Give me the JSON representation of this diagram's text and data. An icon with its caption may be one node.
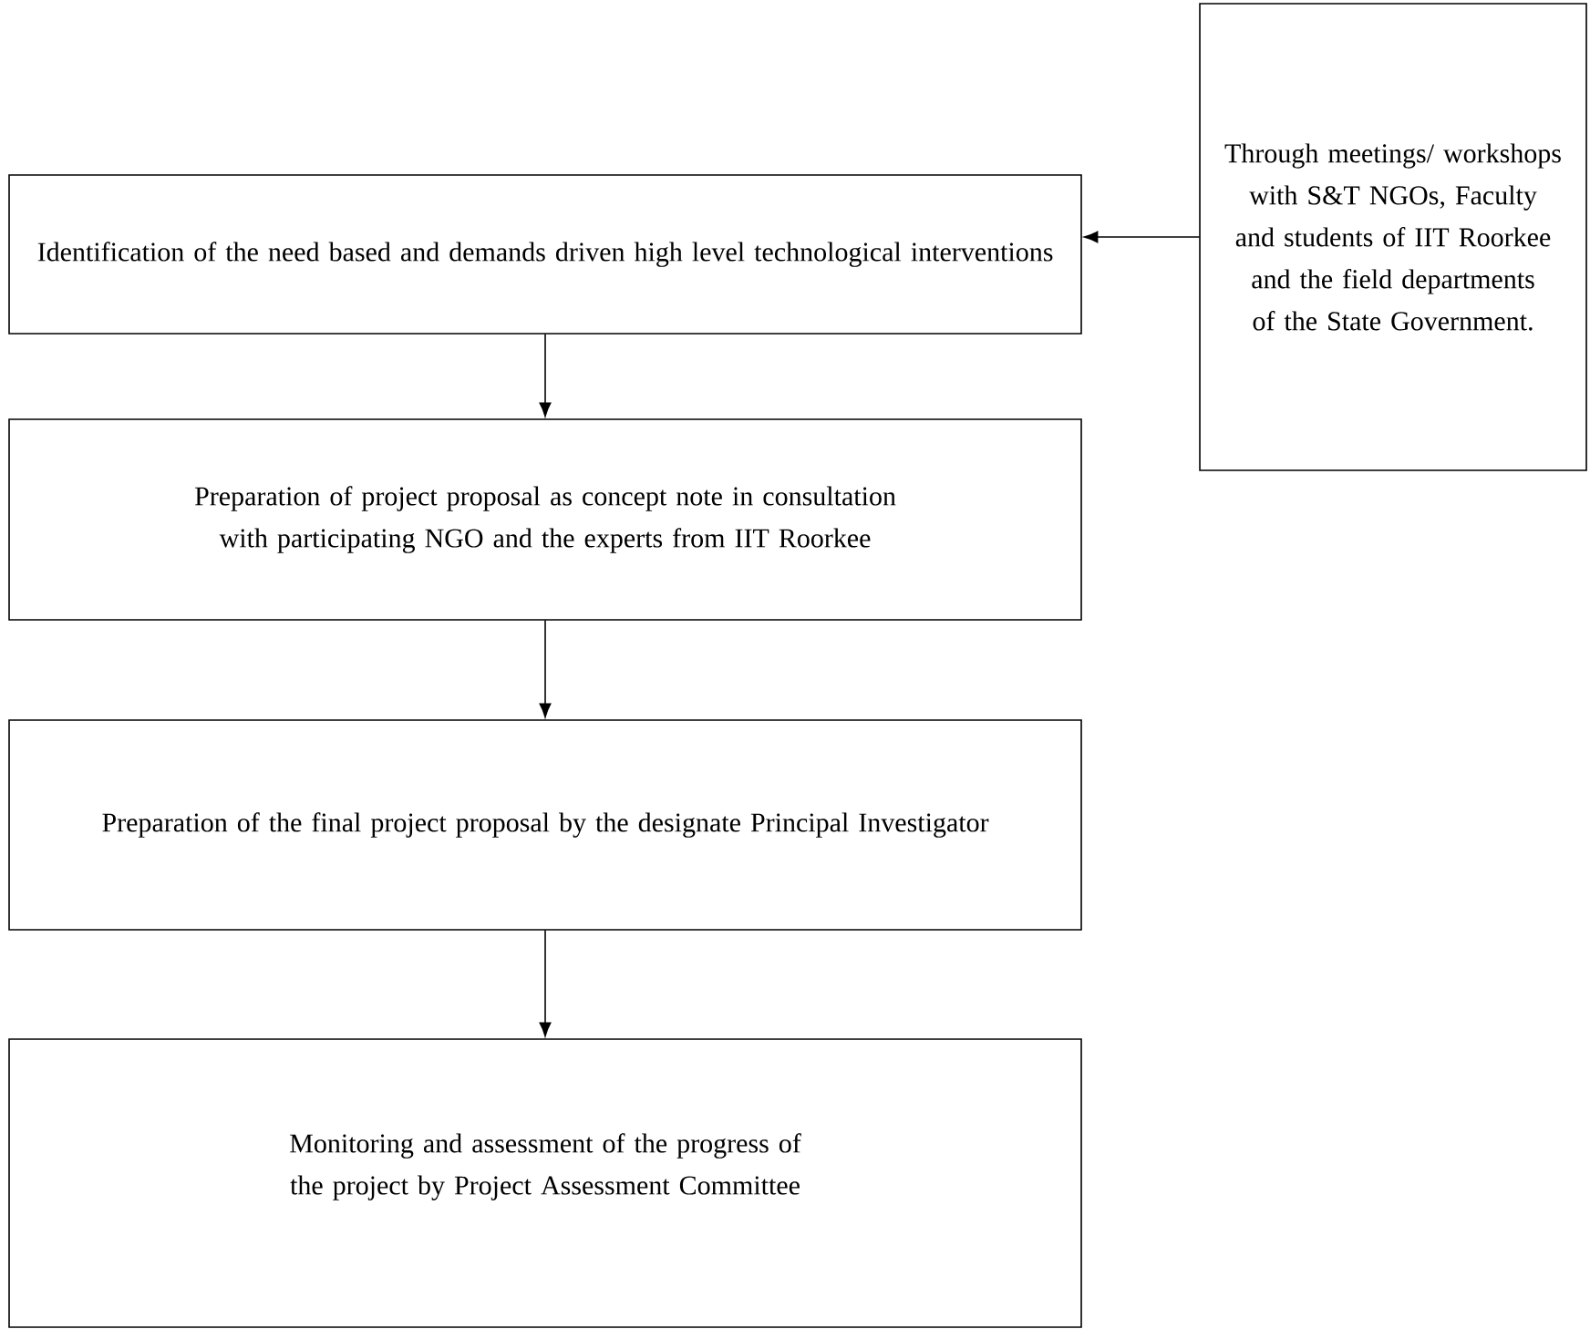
{
  "diagram": {
    "nodes": [
      {
        "text": [
          "Identification of the need based and demands driven high level technological interventions"
        ]
      },
      {
        "text": [
          "Through meetings/ workshops with S&T NGOs, Faculty and students of IIT Roorkee and the field departments of the State Government."
        ]
      },
      {
        "text": [
          "Preparation of project proposal as concept note in consultation with participating NGO and the experts from IIT Roorkee"
        ]
      },
      {
        "text": [
          "Preparation of the final project proposal by the designate Principal Investigator"
        ]
      },
      {
        "text": [
          "Monitoring and assessment of the progress of the project by Project Assessment Committee"
        ]
      }
    ],
    "edges": [
      {
        "from": 1,
        "to": 0,
        "arrow": "to"
      },
      {
        "from": 0,
        "to": 2,
        "arrow": "to"
      },
      {
        "from": 2,
        "to": 3,
        "arrow": "to"
      },
      {
        "from": 3,
        "to": 4,
        "arrow": "to"
      }
    ]
  }
}
